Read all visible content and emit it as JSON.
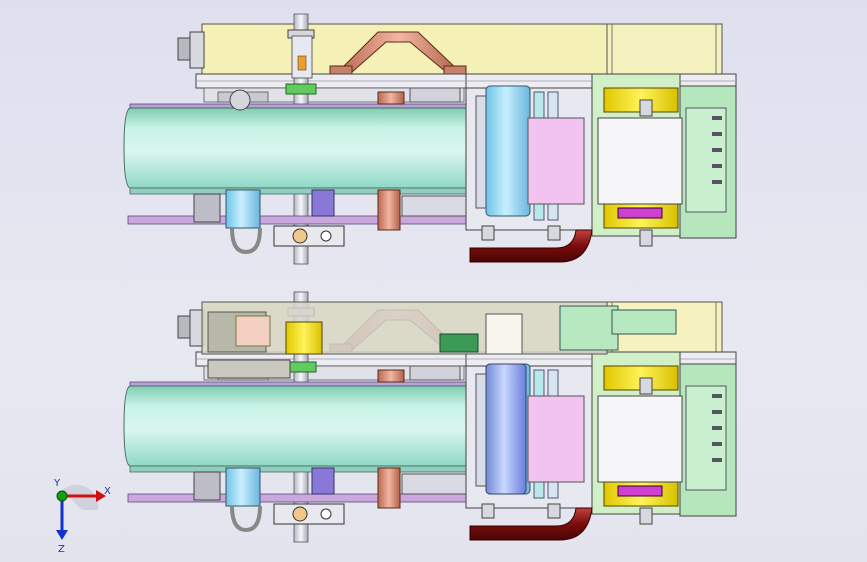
{
  "viewport": {
    "background": "#e3e4ee",
    "assembly_views": [
      "upper",
      "lower"
    ]
  },
  "triad": {
    "x_label": "X",
    "y_label": "Y",
    "z_label": "Z",
    "x_color": "#d01010",
    "y_color": "#10a010",
    "z_color": "#1030d0"
  },
  "colors": {
    "housing": "#f3f0b8",
    "frame": "#e6e6ec",
    "belt": "#b8ecd4",
    "belt_rail": "#c8a4dc",
    "copper": "#c7806a",
    "cylinder": "#9fdcf0",
    "green_block": "#b8e8c0",
    "yellow": "#f2e000",
    "magenta": "#d040d0",
    "pipe": "#7a1010"
  }
}
